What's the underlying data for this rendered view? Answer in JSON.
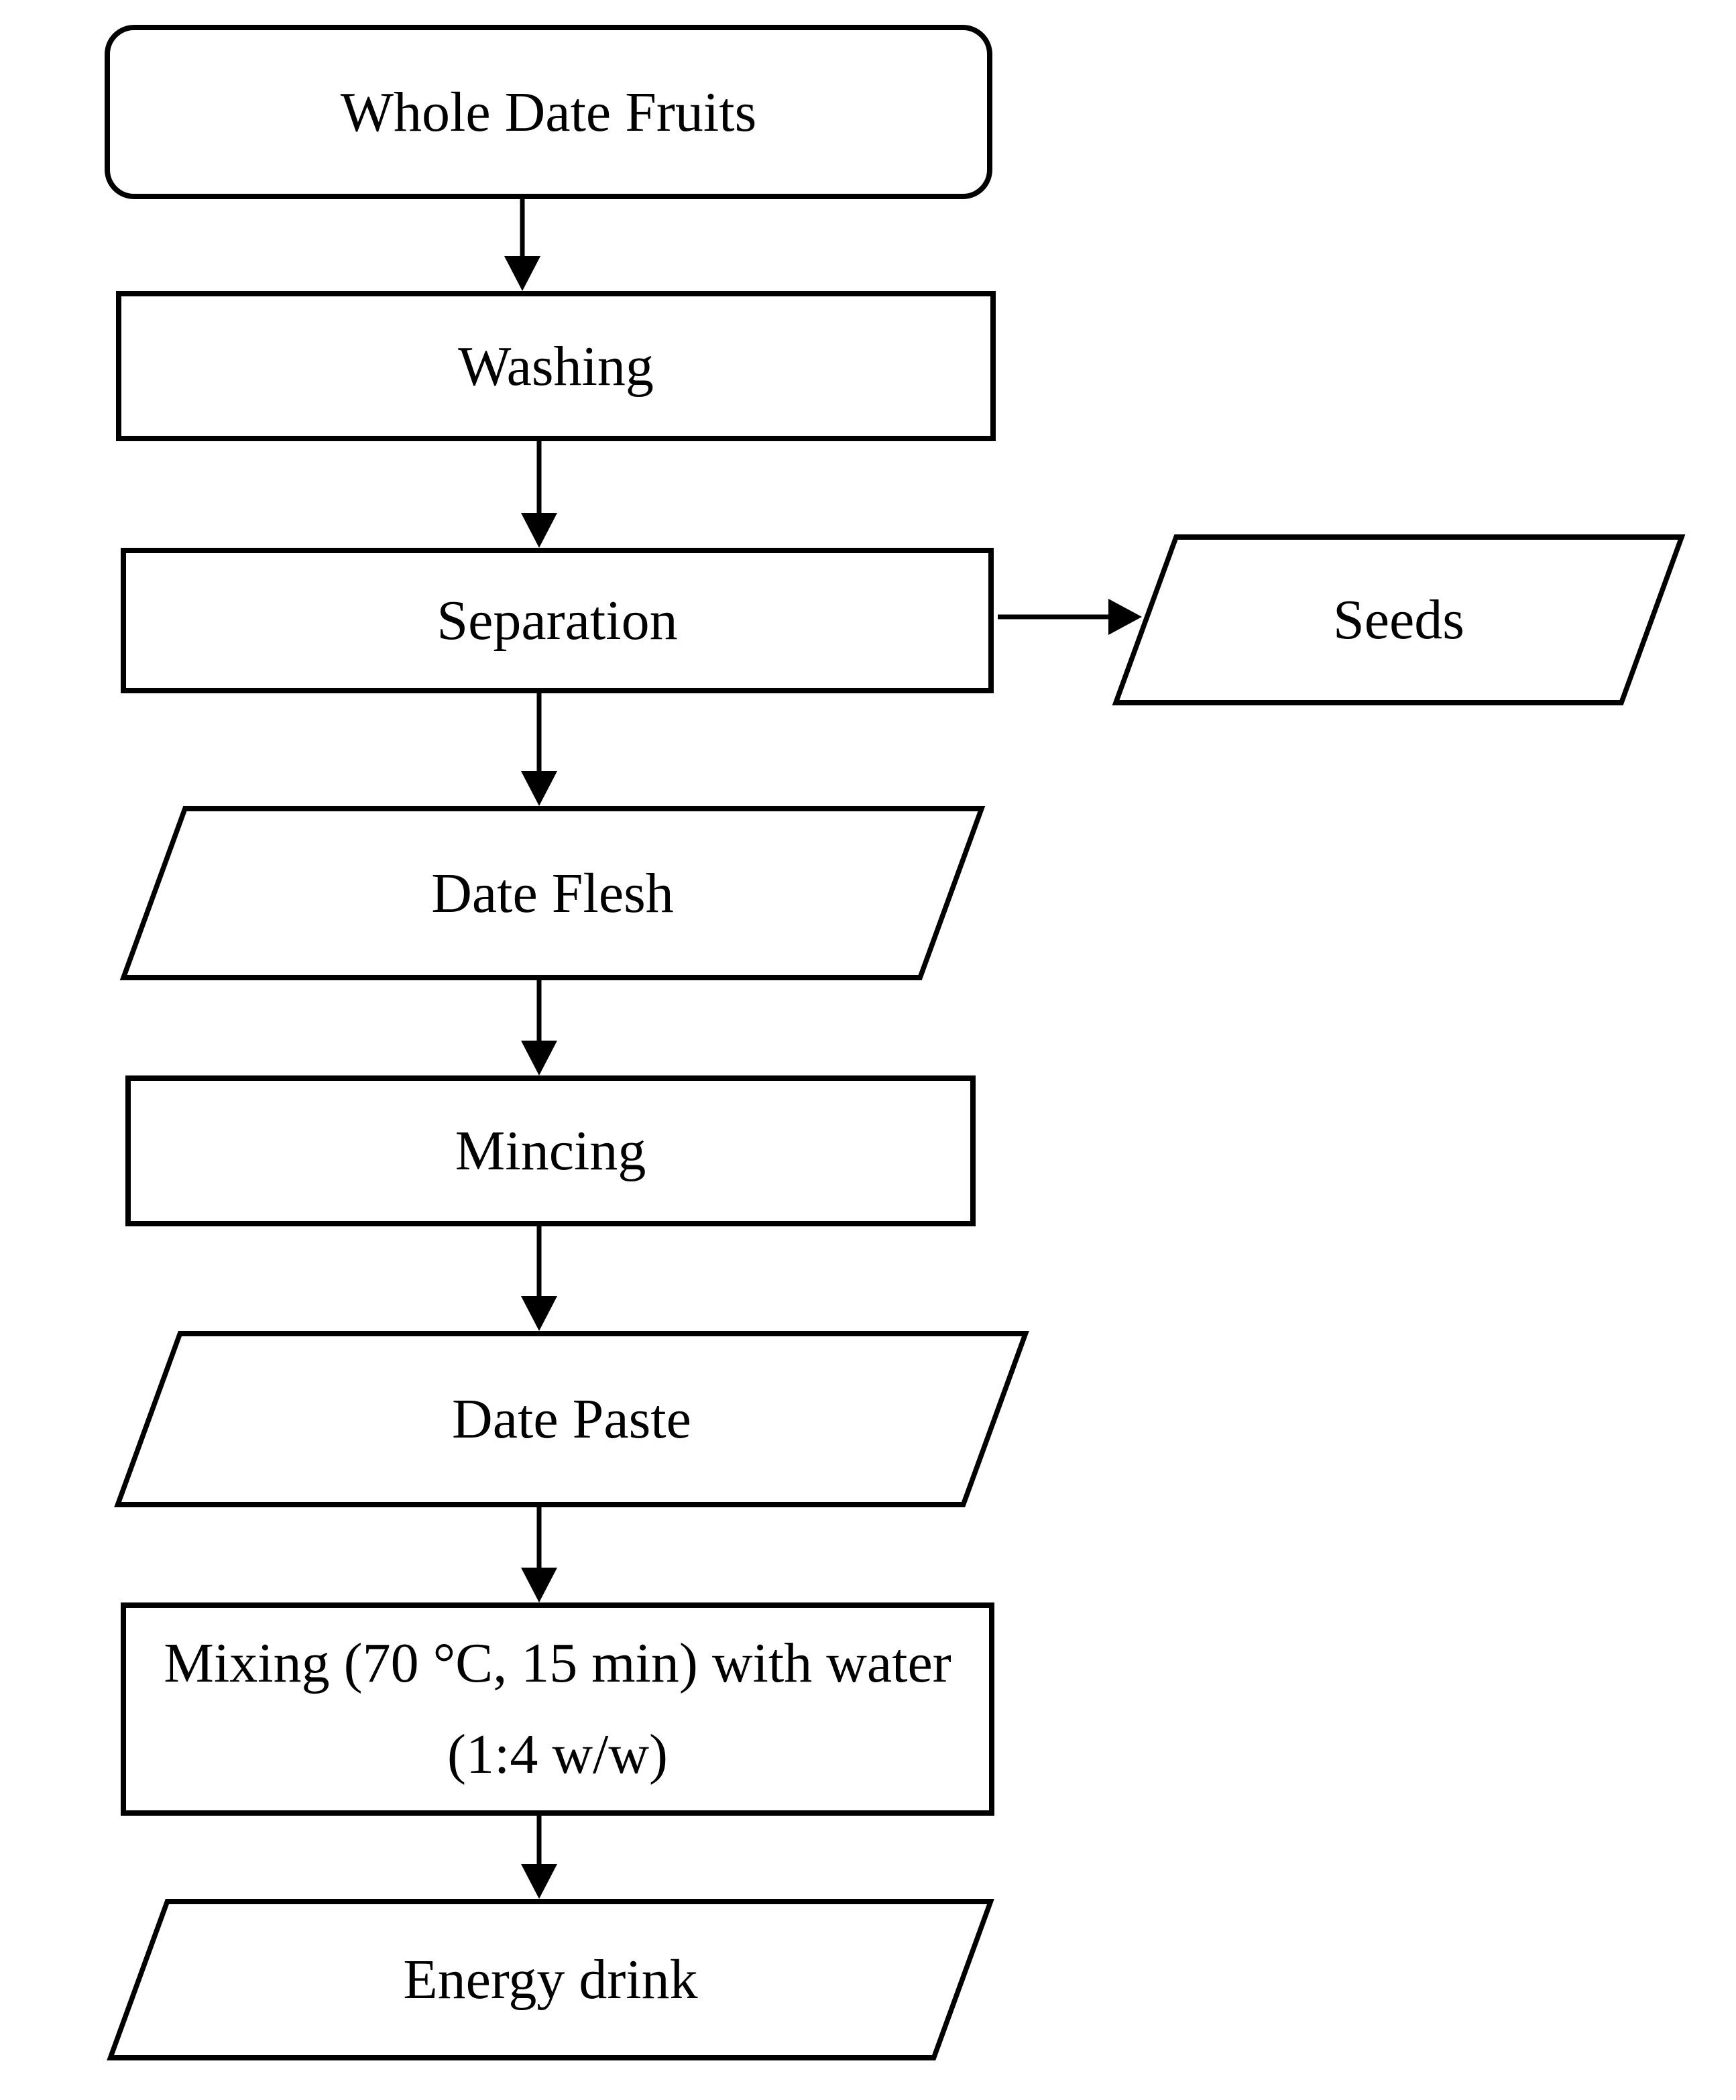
{
  "diagram": {
    "type": "flowchart",
    "background_color": "#ffffff",
    "stroke_color": "#000000",
    "text_color": "#000000",
    "nodes": {
      "whole_date_fruits": {
        "label": "Whole Date Fruits",
        "shape": "terminator"
      },
      "washing": {
        "label": "Washing",
        "shape": "process"
      },
      "separation": {
        "label": "Separation",
        "shape": "process"
      },
      "seeds": {
        "label": "Seeds",
        "shape": "data-parallelogram"
      },
      "date_flesh": {
        "label": "Date Flesh",
        "shape": "data-parallelogram"
      },
      "mincing": {
        "label": "Mincing",
        "shape": "process"
      },
      "date_paste": {
        "label": "Date Paste",
        "shape": "data-parallelogram"
      },
      "mixing": {
        "label": "Mixing (70 °C, 15 min) with water (1:4 w/w)",
        "label_line1": "Mixing (70 °C, 15 min) with water",
        "label_line2": "(1:4 w/w)",
        "shape": "process"
      },
      "energy_drink": {
        "label": "Energy drink",
        "shape": "data-parallelogram"
      }
    },
    "edges": [
      {
        "from": "whole_date_fruits",
        "to": "washing",
        "direction": "down"
      },
      {
        "from": "washing",
        "to": "separation",
        "direction": "down"
      },
      {
        "from": "separation",
        "to": "seeds",
        "direction": "right"
      },
      {
        "from": "separation",
        "to": "date_flesh",
        "direction": "down"
      },
      {
        "from": "date_flesh",
        "to": "mincing",
        "direction": "down"
      },
      {
        "from": "mincing",
        "to": "date_paste",
        "direction": "down"
      },
      {
        "from": "date_paste",
        "to": "mixing",
        "direction": "down"
      },
      {
        "from": "mixing",
        "to": "energy_drink",
        "direction": "down"
      }
    ]
  }
}
